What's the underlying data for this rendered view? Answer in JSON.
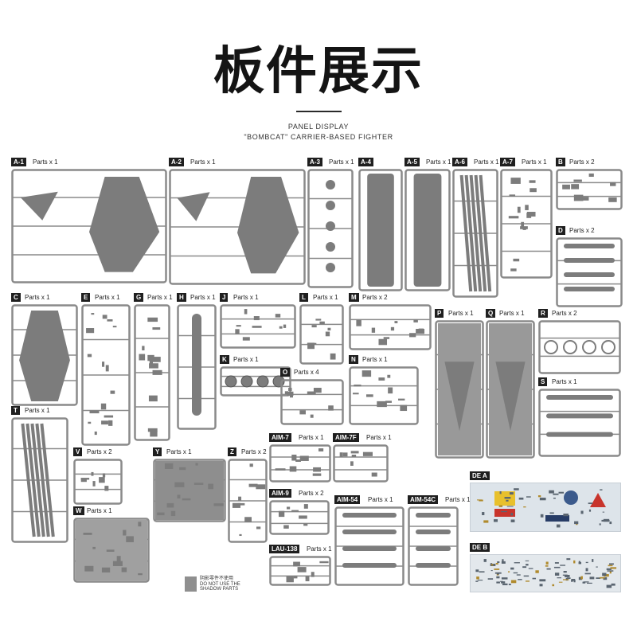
{
  "header": {
    "title": "板件展示",
    "subtitle_line1": "PANEL DISPLAY",
    "subtitle_line2": "\"BOMBCAT\" CARRIER-BASED FIGHTER"
  },
  "panels": [
    {
      "label": "A-1",
      "parts": "Parts x 1"
    },
    {
      "label": "A-2",
      "parts": "Parts x 1"
    },
    {
      "label": "A-3",
      "parts": "Parts x 1"
    },
    {
      "label": "A-4",
      "parts": ""
    },
    {
      "label": "A-5",
      "parts": "Parts x 1"
    },
    {
      "label": "A-6",
      "parts": "Parts x 1"
    },
    {
      "label": "A-7",
      "parts": "Parts x 1"
    },
    {
      "label": "B",
      "parts": "Parts x 2"
    },
    {
      "label": "D",
      "parts": "Parts x 2"
    },
    {
      "label": "C",
      "parts": "Parts x 1"
    },
    {
      "label": "E",
      "parts": "Parts x 1"
    },
    {
      "label": "G",
      "parts": "Parts x 1"
    },
    {
      "label": "H",
      "parts": "Parts x 1"
    },
    {
      "label": "J",
      "parts": "Parts x 1"
    },
    {
      "label": "L",
      "parts": "Parts x 1"
    },
    {
      "label": "M",
      "parts": "Parts x 2"
    },
    {
      "label": "P",
      "parts": "Parts x 1"
    },
    {
      "label": "Q",
      "parts": "Parts x 1"
    },
    {
      "label": "R",
      "parts": "Parts x 2"
    },
    {
      "label": "K",
      "parts": "Parts x 1"
    },
    {
      "label": "N",
      "parts": "Parts x 1"
    },
    {
      "label": "O",
      "parts": "Parts x 4"
    },
    {
      "label": "S",
      "parts": "Parts x 1"
    },
    {
      "label": "T",
      "parts": "Parts x 1"
    },
    {
      "label": "V",
      "parts": "Parts x 2"
    },
    {
      "label": "Y",
      "parts": "Parts x 1"
    },
    {
      "label": "Z",
      "parts": "Parts x 2"
    },
    {
      "label": "AIM-7",
      "parts": "Parts x 1"
    },
    {
      "label": "AIM-7F",
      "parts": "Parts x 1"
    },
    {
      "label": "W",
      "parts": "Parts x 1"
    },
    {
      "label": "AIM-9",
      "parts": "Parts x 2"
    },
    {
      "label": "AIM-54",
      "parts": "Parts x 1"
    },
    {
      "label": "AIM-54C",
      "parts": "Parts x 1"
    },
    {
      "label": "LAU-138",
      "parts": "Parts x 1"
    },
    {
      "label": "DE A",
      "parts": ""
    },
    {
      "label": "DE B",
      "parts": ""
    }
  ],
  "shadow_note": {
    "chinese": "阴影零件不使用",
    "english_line1": "DO NOT USE THE",
    "english_line2": "SHADOW PARTS"
  },
  "colors": {
    "sprue": "#8a8a8a",
    "part_fill": "#7c7c7c",
    "tag_bg": "#1f1f1f",
    "decal_a": "#dde4ea",
    "decal_b": "#e3e8ec"
  }
}
